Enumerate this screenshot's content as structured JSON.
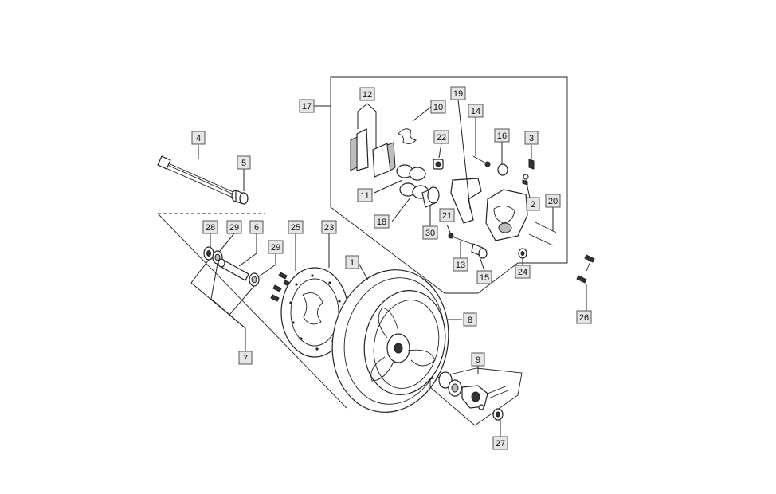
{
  "callouts": [
    {
      "id": "c1",
      "label": "1"
    },
    {
      "id": "c2",
      "label": "2"
    },
    {
      "id": "c3",
      "label": "3"
    },
    {
      "id": "c4",
      "label": "4"
    },
    {
      "id": "c5",
      "label": "5"
    },
    {
      "id": "c6",
      "label": "6"
    },
    {
      "id": "c7",
      "label": "7"
    },
    {
      "id": "c8",
      "label": "8"
    },
    {
      "id": "c9",
      "label": "9"
    },
    {
      "id": "c10",
      "label": "10"
    },
    {
      "id": "c11",
      "label": "11"
    },
    {
      "id": "c12",
      "label": "12"
    },
    {
      "id": "c13",
      "label": "13"
    },
    {
      "id": "c14",
      "label": "14"
    },
    {
      "id": "c15",
      "label": "15"
    },
    {
      "id": "c16",
      "label": "16"
    },
    {
      "id": "c17",
      "label": "17"
    },
    {
      "id": "c18",
      "label": "18"
    },
    {
      "id": "c19",
      "label": "19"
    },
    {
      "id": "c20",
      "label": "20"
    },
    {
      "id": "c21",
      "label": "21"
    },
    {
      "id": "c22",
      "label": "22"
    },
    {
      "id": "c23",
      "label": "23"
    },
    {
      "id": "c24",
      "label": "24"
    },
    {
      "id": "c25",
      "label": "25"
    },
    {
      "id": "c26",
      "label": "26"
    },
    {
      "id": "c27",
      "label": "27"
    },
    {
      "id": "c28",
      "label": "28"
    },
    {
      "id": "c29a",
      "label": "29"
    },
    {
      "id": "c29b",
      "label": "29"
    },
    {
      "id": "c30",
      "label": "30"
    }
  ]
}
